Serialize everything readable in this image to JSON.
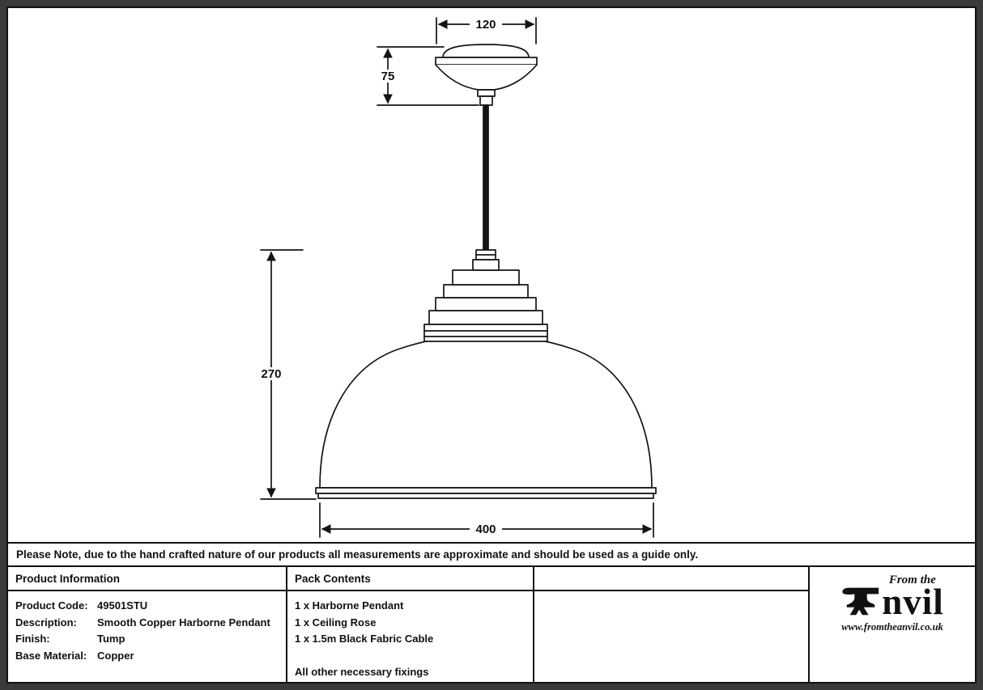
{
  "drawing": {
    "dims": {
      "rose_width": "120",
      "rose_height": "75",
      "shade_height": "270",
      "shade_width": "400"
    }
  },
  "note": "Please Note, due to the hand crafted nature of our products all measurements are approximate and should be used as a guide only.",
  "product_info": {
    "header": "Product Information",
    "rows": [
      {
        "label": "Product Code:",
        "value": "49501STU"
      },
      {
        "label": "Description:",
        "value": "Smooth Copper Harborne Pendant"
      },
      {
        "label": "Finish:",
        "value": "Tump"
      },
      {
        "label": "Base Material:",
        "value": "Copper"
      }
    ]
  },
  "pack_contents": {
    "header": "Pack Contents",
    "items": [
      "1 x Harborne Pendant",
      "1 x Ceiling Rose",
      "1 x 1.5m Black Fabric Cable"
    ],
    "footer": "All other necessary fixings"
  },
  "brand": {
    "tagline": "From the",
    "name": "Anvil",
    "name_rest": "nvil",
    "website": "www.fromtheanvil.co.uk"
  }
}
